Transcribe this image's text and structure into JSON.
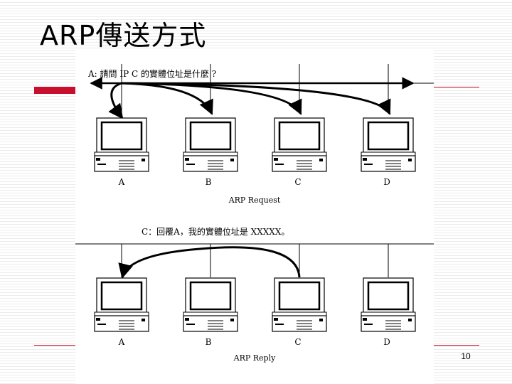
{
  "slide": {
    "title": "ARP傳送方式",
    "page_number": "10"
  },
  "request_panel": {
    "question": "A: 請問 IP C 的實體位址是什麼 ?",
    "caption": "ARP Request",
    "hosts": [
      "A",
      "B",
      "C",
      "D"
    ]
  },
  "reply_panel": {
    "answer": "C：回覆A，我的實體位址是 XXXXX。",
    "caption": "ARP Reply",
    "hosts": [
      "A",
      "B",
      "C",
      "D"
    ]
  },
  "colors": {
    "accent": "#c8102e",
    "ink": "#000000"
  },
  "icons": [
    "computer-icon",
    "arrow-icon"
  ]
}
